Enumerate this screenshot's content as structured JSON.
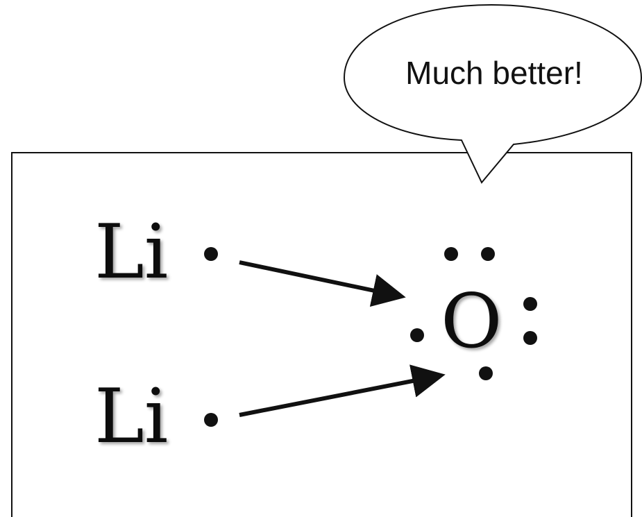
{
  "speech_bubble": {
    "text": "Much better!"
  },
  "atoms": {
    "lithium_top": "Li",
    "lithium_bottom": "Li",
    "oxygen": "O"
  },
  "colors": {
    "ink": "#111111",
    "background": "#ffffff"
  }
}
